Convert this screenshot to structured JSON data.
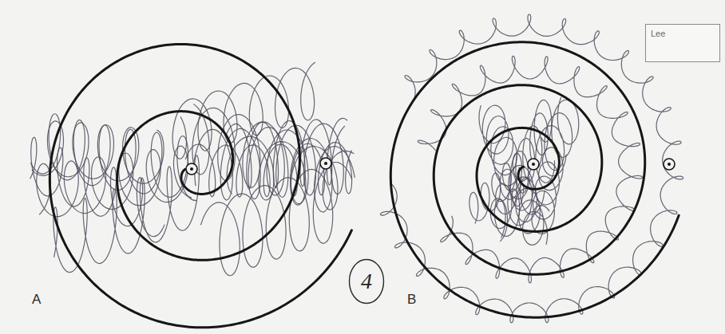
{
  "diagram": {
    "nodes": [
      {
        "text": [
          "Lee"
        ]
      },
      {
        "text": [
          "4"
        ]
      }
    ],
    "edges": [],
    "labels": [
      "A",
      "B"
    ]
  }
}
